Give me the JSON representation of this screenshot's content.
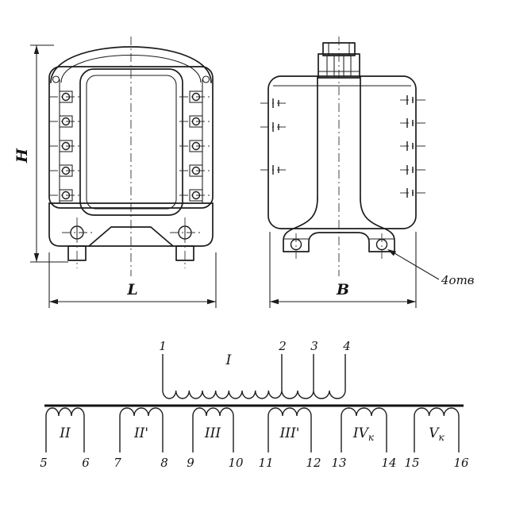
{
  "views": {
    "front": {
      "dim_height": "H",
      "dim_width": "L"
    },
    "side": {
      "dim_depth": "B",
      "holes_note": "4отв"
    }
  },
  "schematic": {
    "primary": {
      "label": "I",
      "terminals": [
        "1",
        "2",
        "3",
        "4"
      ]
    },
    "secondaries": [
      {
        "label": "II",
        "sub": "",
        "t_left": "5",
        "t_right": "6"
      },
      {
        "label": "II'",
        "sub": "",
        "t_left": "7",
        "t_right": "8"
      },
      {
        "label": "III",
        "sub": "",
        "t_left": "9",
        "t_right": "10"
      },
      {
        "label": "III'",
        "sub": "",
        "t_left": "11",
        "t_right": "12"
      },
      {
        "label": "IV",
        "sub": "к",
        "t_left": "13",
        "t_right": "14"
      },
      {
        "label": "V",
        "sub": "к",
        "t_left": "15",
        "t_right": "16"
      }
    ]
  }
}
